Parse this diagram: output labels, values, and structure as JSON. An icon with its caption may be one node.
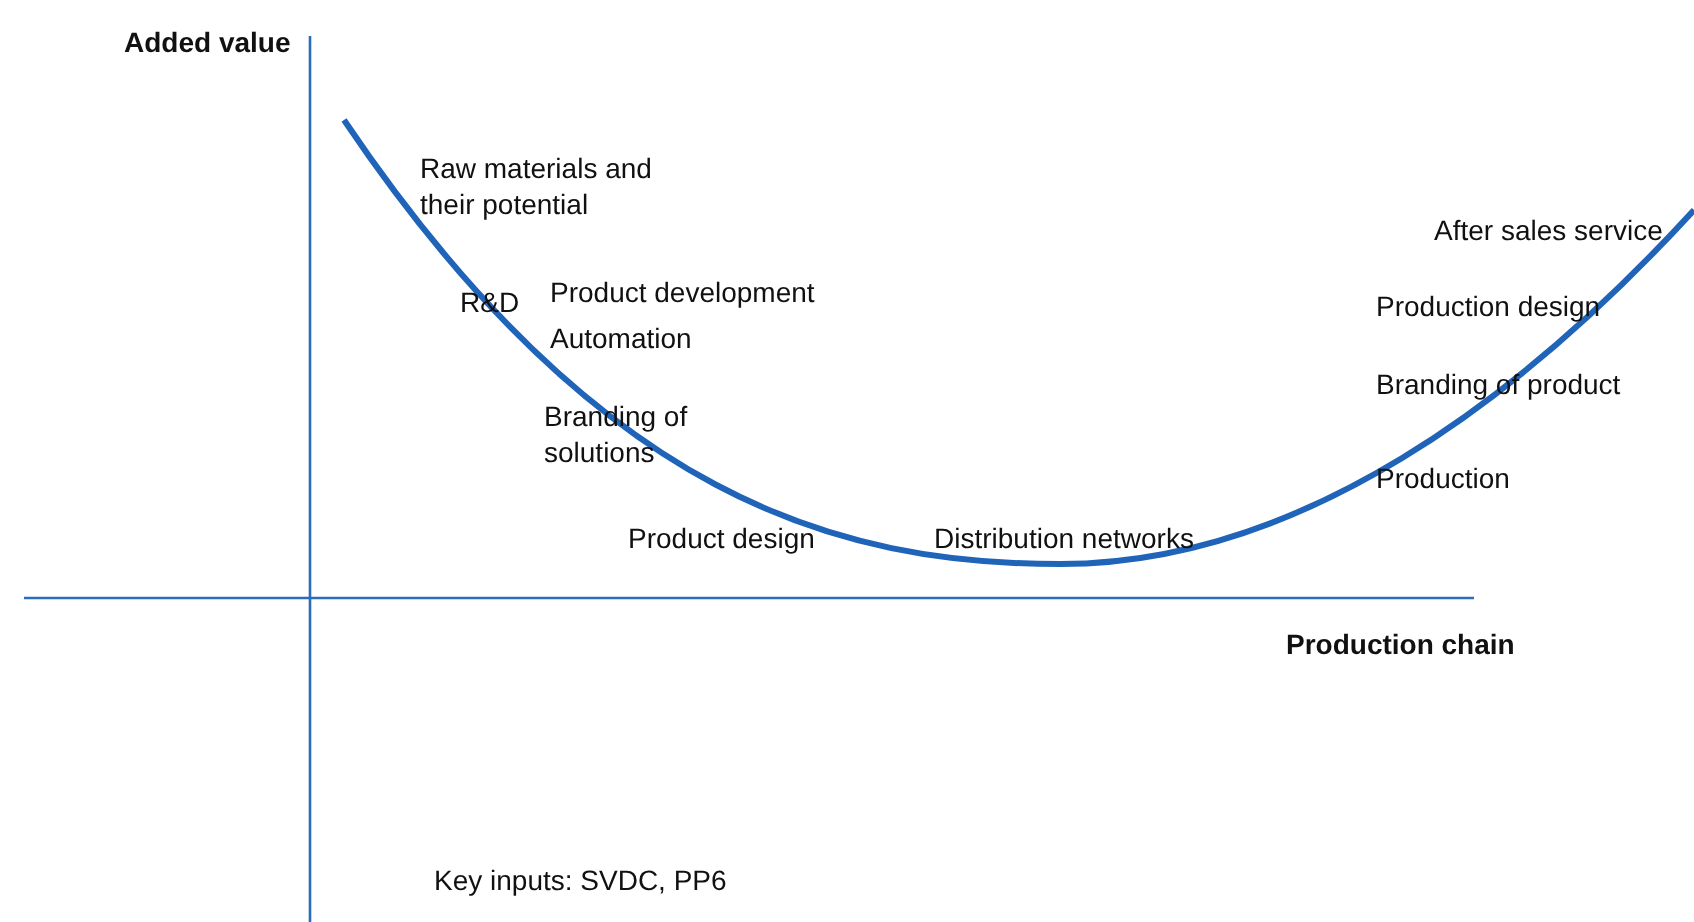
{
  "diagram": {
    "labels": [
      "Added value",
      "Raw materials and their potential",
      "R&D",
      "Product development",
      "Automation",
      "After sales service",
      "Production design",
      "Branding of product",
      "Branding of solutions",
      "Production",
      "Product design",
      "Distribution networks",
      "Production chain",
      "Key inputs: SVDC, PP6"
    ]
  }
}
